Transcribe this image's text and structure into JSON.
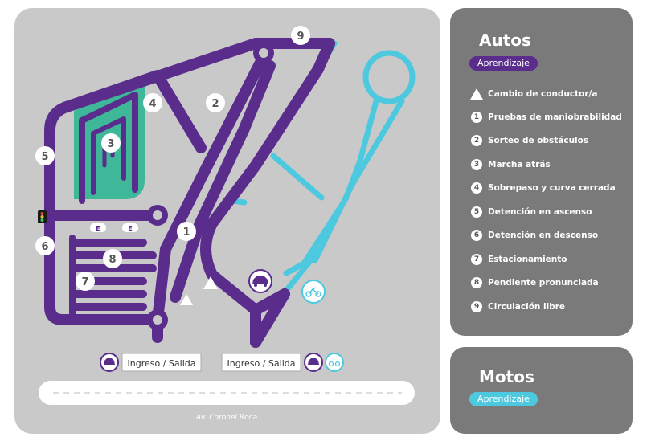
{
  "colors": {
    "map_bg": "#c9c9c9",
    "road_purple": "#5a2d8c",
    "moto_cyan": "#4dc9df",
    "teal_zone": "#3fb89a",
    "panel_gray": "#7a7a7a"
  },
  "map": {
    "street_name": "Av. Coronel Roca",
    "entrance_left_label": "Ingreso / Salida",
    "entrance_right_label": "Ingreso / Salida",
    "markers": [
      "1",
      "2",
      "3",
      "4",
      "5",
      "6",
      "7",
      "8",
      "9"
    ],
    "exam_signs": [
      "E",
      "E"
    ],
    "icons": [
      "car-icon",
      "motorcycle-icon",
      "traffic-light-icon",
      "driver-change-triangle-icon"
    ]
  },
  "autos": {
    "title": "Autos",
    "badge": "Aprendizaje",
    "legend": [
      {
        "marker": "triangle",
        "label": "Cambio de conductor/a"
      },
      {
        "marker": "1",
        "label": "Pruebas de maniobrabilidad"
      },
      {
        "marker": "2",
        "label": "Sorteo de obstáculos"
      },
      {
        "marker": "3",
        "label": "Marcha atrás"
      },
      {
        "marker": "4",
        "label": "Sobrepaso y curva cerrada"
      },
      {
        "marker": "5",
        "label": "Detención en ascenso"
      },
      {
        "marker": "6",
        "label": "Detención en descenso"
      },
      {
        "marker": "7",
        "label": "Estacionamiento"
      },
      {
        "marker": "8",
        "label": "Pendiente pronunciada"
      },
      {
        "marker": "9",
        "label": "Circulación libre"
      }
    ]
  },
  "motos": {
    "title": "Motos",
    "badge": "Aprendizaje"
  }
}
